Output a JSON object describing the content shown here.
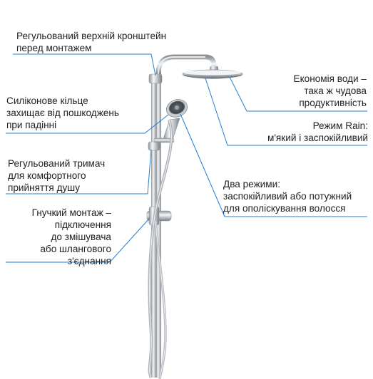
{
  "callouts": {
    "bracket": {
      "lines": [
        "Регульований верхній кронштейн",
        "перед монтажем"
      ]
    },
    "silicone": {
      "lines": [
        "Силіконове кільце",
        "захищає від пошкоджень",
        "при падінні"
      ]
    },
    "holder": {
      "lines": [
        "Регульований тримач",
        "для комфортного",
        "прийняття душу"
      ]
    },
    "flexible": {
      "lines": [
        "Гнучкий монтаж –",
        "підключення",
        "до змішувача",
        "або шлангового",
        "з'єднання"
      ]
    },
    "economy": {
      "lines": [
        "Економія води –",
        "така ж чудова",
        "продуктивність"
      ]
    },
    "rain": {
      "lines": [
        "Режим Rain:",
        "м'який і заспокійливий"
      ]
    },
    "two_modes": {
      "lines": [
        "Два режими:",
        "заспокійливий або потужний",
        "для ополіскування волосся"
      ]
    }
  },
  "colors": {
    "leader_line": "#1f7fd6",
    "chrome_dark": "#7d8288",
    "chrome_light": "#f1f3f5"
  }
}
